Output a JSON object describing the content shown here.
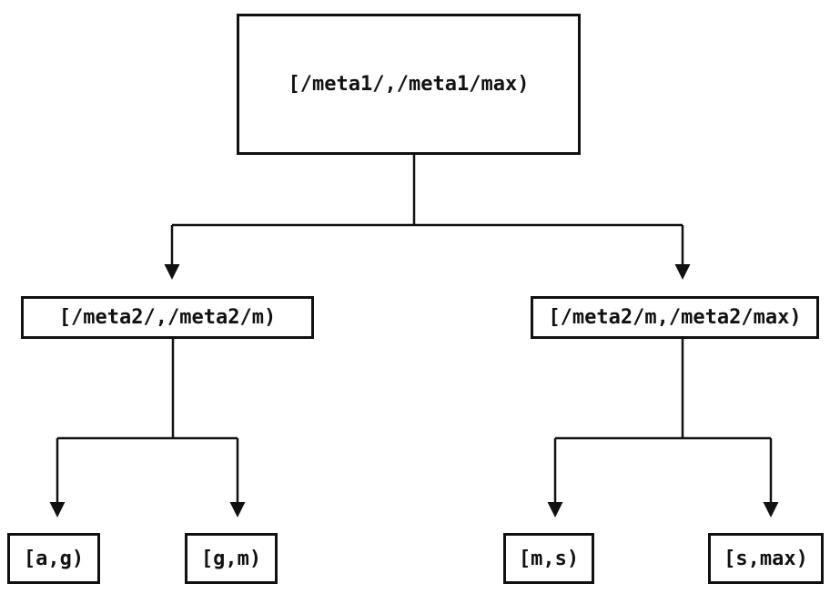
{
  "diagram": {
    "background_color": "#ffffff",
    "line_color": "#111111",
    "text_color": "#111111",
    "nodes": {
      "root": {
        "label": "[/meta1/,/meta1/max)"
      },
      "left": {
        "label": "[/meta2/,/meta2/m)"
      },
      "right": {
        "label": "[/meta2/m,/meta2/max)"
      },
      "leaf_ag": {
        "label": "[a,g)"
      },
      "leaf_gm": {
        "label": "[g,m)"
      },
      "leaf_ms": {
        "label": "[m,s)"
      },
      "leaf_smax": {
        "label": "[s,max)"
      }
    },
    "edges": [
      {
        "from": "root",
        "to": "left"
      },
      {
        "from": "root",
        "to": "right"
      },
      {
        "from": "left",
        "to": "leaf_ag"
      },
      {
        "from": "left",
        "to": "leaf_gm"
      },
      {
        "from": "right",
        "to": "leaf_ms"
      },
      {
        "from": "right",
        "to": "leaf_smax"
      }
    ]
  }
}
